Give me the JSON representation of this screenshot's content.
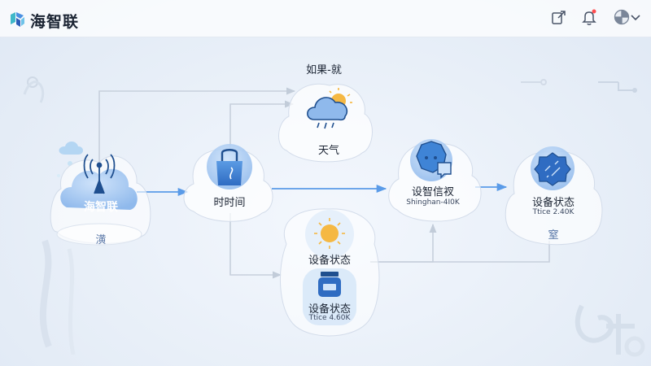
{
  "app": {
    "title": "海智联"
  },
  "header": {
    "icons": [
      "share-icon",
      "bell-icon",
      "user-avatar-icon",
      "chevron-down-icon"
    ],
    "notification_color": "#ff4d4f"
  },
  "flow": {
    "cond_label": "如果-就",
    "source": {
      "badge": "海智联",
      "foot": "潢"
    },
    "time": {
      "label": "时时间"
    },
    "weather": {
      "label": "天气"
    },
    "middle": {
      "label": "设备状态"
    },
    "bottom": {
      "label": "设备状态",
      "sub": "Ttice 4.60K"
    },
    "device_msg": {
      "label": "设智信衩",
      "sub": "Shinghan-4I0K"
    },
    "device_state": {
      "label": "设备状态",
      "sub": "Ttice 2.40K",
      "foot": "窒"
    }
  },
  "colors": {
    "accent": "#4a90e2",
    "line": "#c7d0dc",
    "arrow": "#5a9be8",
    "icon_dark": "#1f4f8f",
    "sun": "#f5b843"
  }
}
